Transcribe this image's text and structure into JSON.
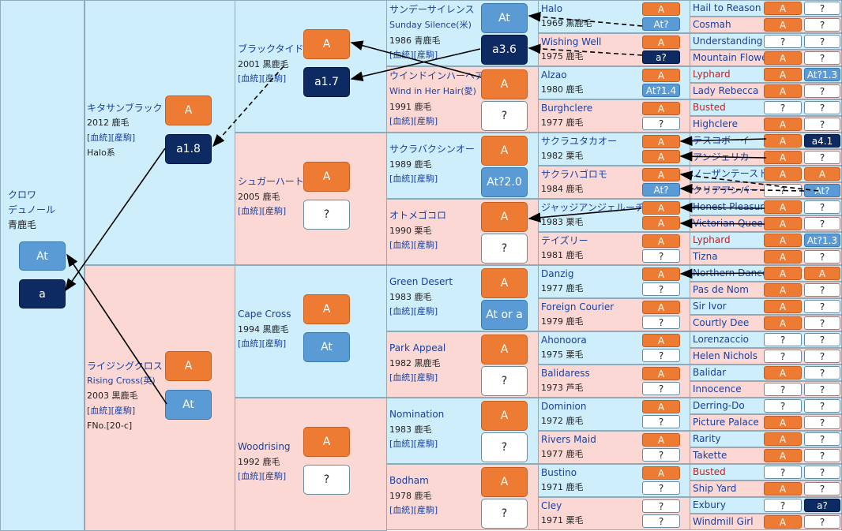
{
  "root": {
    "name_line1": "クロワ",
    "name_line2": "デュノール",
    "color": "青鹿毛",
    "boxes": [
      "At",
      "a"
    ]
  },
  "gen1": [
    {
      "name": "キタサンブラック",
      "year_color": "2012 鹿毛",
      "links": "[血統][産駒]",
      "extra": "Halo系",
      "boxes": [
        "A",
        "a1.8"
      ]
    },
    {
      "name": "ライジングクロス",
      "name2": "Rising Cross(英)",
      "year_color": "2003 黒鹿毛",
      "links": "[血統][産駒]",
      "extra": "FNo.[20-c]",
      "boxes": [
        "A",
        "At"
      ]
    }
  ],
  "gen2": [
    {
      "name": "ブラックタイド",
      "year_color": "2001 黒鹿毛",
      "links": "[血統][産駒]",
      "boxes": [
        "A",
        "a1.7"
      ]
    },
    {
      "name": "シュガーハート",
      "year_color": "2005 鹿毛",
      "links": "[血統][産駒]",
      "boxes": [
        "A",
        "?"
      ]
    },
    {
      "name": "Cape Cross",
      "year_color": "1994 黒鹿毛",
      "links": "[血統][産駒]",
      "boxes": [
        "A",
        "At"
      ]
    },
    {
      "name": "Woodrising",
      "year_color": "1992 鹿毛",
      "links": "[血統][産駒]",
      "boxes": [
        "A",
        "?"
      ]
    }
  ],
  "gen3": [
    {
      "name": "サンデーサイレンス",
      "name2": "Sunday Silence(米)",
      "year_color": "1986 青鹿毛",
      "links": "[血統][産駒]",
      "boxes": [
        "At",
        "a3.6"
      ]
    },
    {
      "name": "ウインドインハーヘア",
      "name2": "Wind in Her Hair(愛)",
      "year_color": "1991 鹿毛",
      "links": "[血統][産駒]",
      "boxes": [
        "A",
        "?"
      ]
    },
    {
      "name": "サクラバクシンオー",
      "year_color": "1989 鹿毛",
      "links": "[血統][産駒]",
      "boxes": [
        "A",
        "At?2.0"
      ]
    },
    {
      "name": "オトメゴコロ",
      "year_color": "1990 栗毛",
      "links": "[血統][産駒]",
      "boxes": [
        "A",
        "?"
      ]
    },
    {
      "name": "Green Desert",
      "year_color": "1983 鹿毛",
      "links": "[血統][産駒]",
      "boxes": [
        "A",
        "At or a"
      ]
    },
    {
      "name": "Park Appeal",
      "year_color": "1982 黒鹿毛",
      "links": "[血統][産駒]",
      "boxes": [
        "A",
        "?"
      ]
    },
    {
      "name": "Nomination",
      "year_color": "1983 鹿毛",
      "links": "[血統][産駒]",
      "boxes": [
        "A",
        "?"
      ]
    },
    {
      "name": "Bodham",
      "year_color": "1978 鹿毛",
      "links": "[血統][産駒]",
      "boxes": [
        "A",
        "?"
      ]
    }
  ],
  "gen4": [
    {
      "name": "Halo",
      "year_color": "1969 黒鹿毛",
      "boxes": [
        "A",
        "At?"
      ]
    },
    {
      "name": "Wishing Well",
      "year_color": "1975 鹿毛",
      "boxes": [
        "A",
        "a?"
      ]
    },
    {
      "name": "Alzao",
      "year_color": "1980 鹿毛",
      "boxes": [
        "A",
        "At?1.4"
      ]
    },
    {
      "name": "Burghclere",
      "year_color": "1977 鹿毛",
      "boxes": [
        "A",
        "?"
      ]
    },
    {
      "name": "サクラユタカオー",
      "year_color": "1982 栗毛",
      "boxes": [
        "A",
        "A"
      ]
    },
    {
      "name": "サクラハゴロモ",
      "year_color": "1984 鹿毛",
      "boxes": [
        "A",
        "At?"
      ]
    },
    {
      "name": "ジャッジアンジェルーチ",
      "year_color": "1983 栗毛",
      "boxes": [
        "A",
        "A"
      ]
    },
    {
      "name": "テイズリー",
      "year_color": "1981 鹿毛",
      "boxes": [
        "A",
        "?"
      ]
    },
    {
      "name": "Danzig",
      "year_color": "1977 鹿毛",
      "boxes": [
        "A",
        "?"
      ]
    },
    {
      "name": "Foreign Courier",
      "year_color": "1979 鹿毛",
      "boxes": [
        "A",
        "?"
      ]
    },
    {
      "name": "Ahonoora",
      "year_color": "1975 栗毛",
      "boxes": [
        "A",
        "?"
      ]
    },
    {
      "name": "Balidaress",
      "year_color": "1973 芦毛",
      "boxes": [
        "A",
        "?"
      ]
    },
    {
      "name": "Dominion",
      "year_color": "1972 鹿毛",
      "boxes": [
        "A",
        "?"
      ]
    },
    {
      "name": "Rivers Maid",
      "year_color": "1977 鹿毛",
      "boxes": [
        "A",
        "?"
      ]
    },
    {
      "name": "Bustino",
      "year_color": "1971 鹿毛",
      "boxes": [
        "A",
        "?"
      ]
    },
    {
      "name": "Cley",
      "year_color": "1971 栗毛",
      "boxes": [
        "?",
        "?"
      ]
    }
  ],
  "gen5": [
    {
      "name": "Hail to Reason",
      "boxes": [
        "A",
        "?"
      ]
    },
    {
      "name": "Cosmah",
      "boxes": [
        "A",
        "?"
      ]
    },
    {
      "name": "Understanding",
      "boxes": [
        "?",
        "?"
      ]
    },
    {
      "name": "Mountain Flower",
      "boxes": [
        "A",
        "?"
      ]
    },
    {
      "name": "Lyphard",
      "red": true,
      "boxes": [
        "A",
        "At?1.3"
      ]
    },
    {
      "name": "Lady Rebecca",
      "boxes": [
        "A",
        "?"
      ]
    },
    {
      "name": "Busted",
      "red": true,
      "boxes": [
        "?",
        "?"
      ]
    },
    {
      "name": "Highclere",
      "boxes": [
        "A",
        "?"
      ]
    },
    {
      "name": "テスコボーイ",
      "boxes": [
        "A",
        "a4.1"
      ]
    },
    {
      "name": "アンジェリカ",
      "boxes": [
        "A",
        "?"
      ]
    },
    {
      "name": "ノーザンテースト",
      "boxes": [
        "A",
        "A"
      ]
    },
    {
      "name": "クリアアンバー",
      "boxes": [
        "?",
        "At?"
      ]
    },
    {
      "name": "Honest Pleasure",
      "boxes": [
        "A",
        "?"
      ]
    },
    {
      "name": "Victorian Queen",
      "boxes": [
        "A",
        "?"
      ]
    },
    {
      "name": "Lyphard",
      "red": true,
      "boxes": [
        "A",
        "At?1.3"
      ]
    },
    {
      "name": "Tizna",
      "boxes": [
        "A",
        "?"
      ]
    },
    {
      "name": "Northern Dancer",
      "boxes": [
        "A",
        "A"
      ]
    },
    {
      "name": "Pas de Nom",
      "boxes": [
        "A",
        "?"
      ]
    },
    {
      "name": "Sir Ivor",
      "boxes": [
        "A",
        "?"
      ]
    },
    {
      "name": "Courtly Dee",
      "boxes": [
        "A",
        "?"
      ]
    },
    {
      "name": "Lorenzaccio",
      "boxes": [
        "?",
        "?"
      ]
    },
    {
      "name": "Helen Nichols",
      "boxes": [
        "?",
        "?"
      ]
    },
    {
      "name": "Balidar",
      "boxes": [
        "A",
        "?"
      ]
    },
    {
      "name": "Innocence",
      "boxes": [
        "?",
        "?"
      ]
    },
    {
      "name": "Derring-Do",
      "boxes": [
        "?",
        "?"
      ]
    },
    {
      "name": "Picture Palace",
      "boxes": [
        "A",
        "?"
      ]
    },
    {
      "name": "Rarity",
      "boxes": [
        "A",
        "?"
      ]
    },
    {
      "name": "Takette",
      "boxes": [
        "A",
        "?"
      ]
    },
    {
      "name": "Busted",
      "red": true,
      "boxes": [
        "?",
        "?"
      ]
    },
    {
      "name": "Ship Yard",
      "boxes": [
        "A",
        "?"
      ]
    },
    {
      "name": "Exbury",
      "boxes": [
        "?",
        "a?"
      ]
    },
    {
      "name": "Windmill Girl",
      "boxes": [
        "A",
        "?"
      ]
    }
  ]
}
